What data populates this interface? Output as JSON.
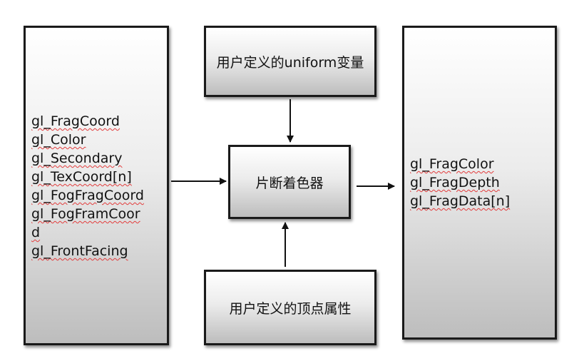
{
  "diagram": {
    "inputs_builtin": [
      "gl_FragCoord",
      "gl_Color",
      "gl_Secondary",
      "gl_TexCoord[n]",
      "gl_FogFragCoord",
      "gl_FogFramCoor",
      "d",
      "gl_FrontFacing"
    ],
    "uniform_label": "用户定义的uniform变量",
    "shader_label": "片断着色器",
    "attribute_label": "用户定义的顶点属性",
    "outputs_builtin": [
      "gl_FragColor",
      "gl_FragDepth",
      "gl_FragData[n]"
    ]
  }
}
